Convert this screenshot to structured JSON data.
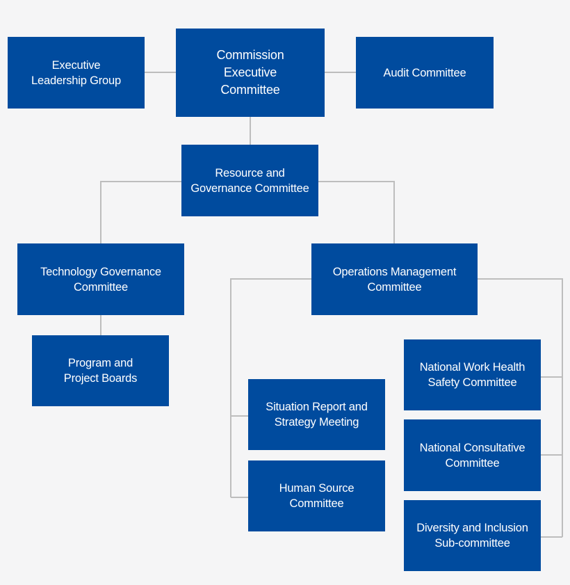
{
  "colors": {
    "box": "#004b9e",
    "text": "#ffffff",
    "line": "#bdbdbd",
    "background": "#f5f5f6"
  },
  "boxes": {
    "executive_leadership": "Executive\nLeadership Group",
    "commission_executive": "Commission\nExecutive\nCommittee",
    "audit": "Audit Committee",
    "resource_governance": "Resource and\nGovernance Committee",
    "technology_governance": "Technology Governance\nCommittee",
    "operations_management": "Operations Management\nCommittee",
    "program_project": "Program and\nProject Boards",
    "situation_report": "Situation Report and\nStrategy Meeting",
    "human_source": "Human Source\nCommittee",
    "work_health_safety": "National Work Health\nSafety Committee",
    "national_consultative": "National Consultative\nCommittee",
    "diversity_inclusion": "Diversity and Inclusion\nSub-committee"
  }
}
